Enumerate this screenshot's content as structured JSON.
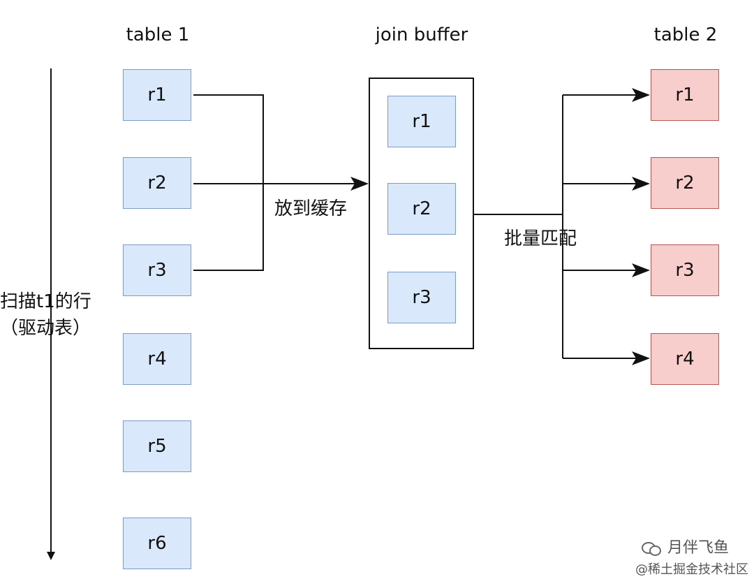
{
  "headers": {
    "table1": "table 1",
    "buffer": "join buffer",
    "table2": "table 2"
  },
  "side_label": {
    "line1": "扫描t1的行",
    "line2": "（驱动表）"
  },
  "table1_rows": [
    "r1",
    "r2",
    "r3",
    "r4",
    "r5",
    "r6"
  ],
  "buffer_rows": [
    "r1",
    "r2",
    "r3"
  ],
  "table2_rows": [
    "r1",
    "r2",
    "r3",
    "r4"
  ],
  "edge_labels": {
    "to_buffer": "放到缓存",
    "batch_match": "批量匹配"
  },
  "watermark": {
    "account": "月伴飞鱼",
    "source": "@稀土掘金技术社区"
  },
  "colors": {
    "table1_fill": "#dae8fc",
    "table1_stroke": "#7a9cc6",
    "table2_fill": "#f8cecc",
    "table2_stroke": "#b85450",
    "line": "#111111"
  },
  "icons": {
    "watermark_icon": "wechat-icon"
  }
}
